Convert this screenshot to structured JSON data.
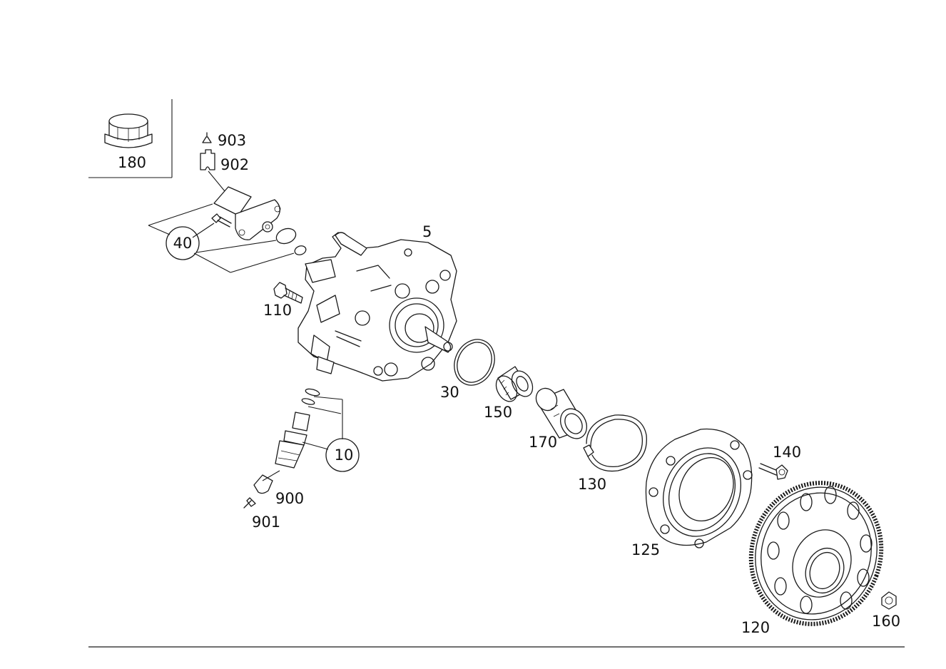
{
  "diagram": {
    "parts": [
      {
        "id": "p180",
        "label": "180",
        "icon": "cap-icon"
      },
      {
        "id": "p903",
        "label": "903",
        "icon": "pin-terminal-icon"
      },
      {
        "id": "p902",
        "label": "902",
        "icon": "connector-housing-icon"
      },
      {
        "id": "p40",
        "label": "40",
        "icon": "metering-valve-kit"
      },
      {
        "id": "p5",
        "label": "5",
        "icon": "high-pressure-pump"
      },
      {
        "id": "p110",
        "label": "110",
        "icon": "bolt-icon"
      },
      {
        "id": "p30",
        "label": "30",
        "icon": "o-ring-icon"
      },
      {
        "id": "p150",
        "label": "150",
        "icon": "splined-hub-icon"
      },
      {
        "id": "p170",
        "label": "170",
        "icon": "coupling-sleeve-icon"
      },
      {
        "id": "p130",
        "label": "130",
        "icon": "snap-ring-icon"
      },
      {
        "id": "p140",
        "label": "140",
        "icon": "bolt-icon"
      },
      {
        "id": "p125",
        "label": "125",
        "icon": "bearing-flange-icon"
      },
      {
        "id": "p120",
        "label": "120",
        "icon": "drive-gear-icon"
      },
      {
        "id": "p160",
        "label": "160",
        "icon": "nut-icon"
      },
      {
        "id": "p10",
        "label": "10",
        "icon": "pressure-sensor-kit"
      },
      {
        "id": "p900",
        "label": "900",
        "icon": "connector-housing-icon"
      },
      {
        "id": "p901",
        "label": "901",
        "icon": "pin-terminal-icon"
      }
    ]
  }
}
